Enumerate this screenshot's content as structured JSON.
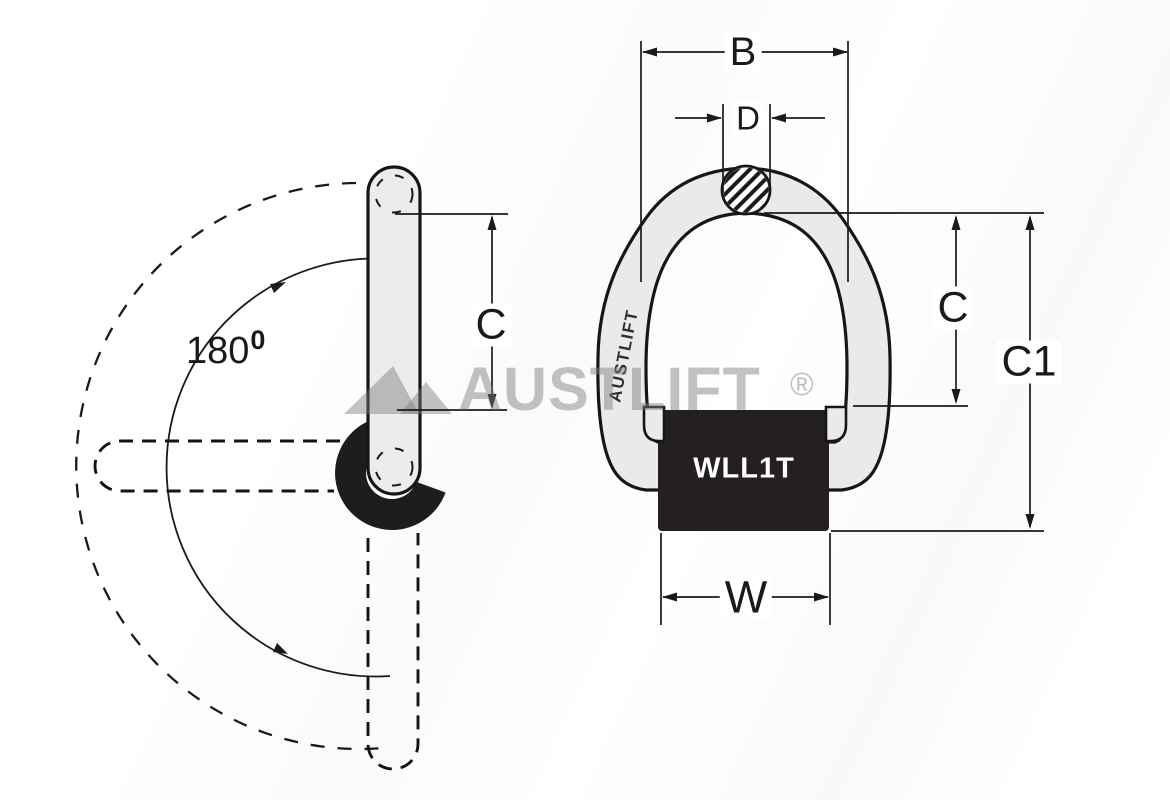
{
  "side_view": {
    "rotation_angle": "180",
    "rotation_sup": "0",
    "dim_c": "C"
  },
  "front_view": {
    "dim_b": "B",
    "dim_d": "D",
    "dim_c": "C",
    "dim_c1": "C1",
    "dim_w": "W",
    "wll_marking": "WLL1T",
    "leg_marking": "AUSTLIFT"
  },
  "watermark": {
    "text": "AUSTLIFT",
    "registered_symbol": "®"
  },
  "colors": {
    "outline": "#1a1a1a",
    "steel_fill": "#eaeaea",
    "block_fill": "#242021",
    "pivot_fill": "#1d1d1d",
    "watermark_gray": "#c9c9c9",
    "background": "#ffffff"
  }
}
